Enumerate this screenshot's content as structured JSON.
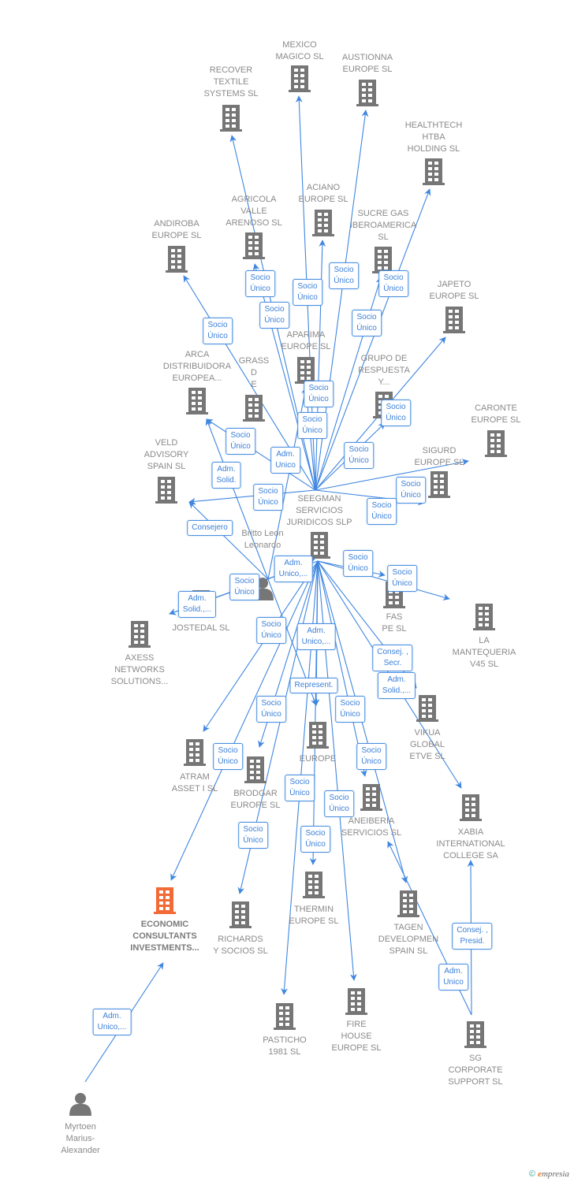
{
  "colors": {
    "edge": "#3f86e0",
    "node": "#767676",
    "highlight": "#f26a35",
    "role_text": "#3a7fd8"
  },
  "nodes": [
    {
      "id": "mexico",
      "kind": "company",
      "lines": [
        "MEXICO",
        "MAGICO  SL"
      ]
    },
    {
      "id": "recover",
      "kind": "company",
      "lines": [
        "RECOVER",
        "TEXTILE",
        "SYSTEMS  SL"
      ]
    },
    {
      "id": "austionna",
      "kind": "company",
      "lines": [
        "AUSTIONNA",
        "EUROPE  SL"
      ]
    },
    {
      "id": "healthtech",
      "kind": "company",
      "lines": [
        "HEALTHTECH",
        "HTBA",
        "HOLDING  SL"
      ]
    },
    {
      "id": "agricola",
      "kind": "company",
      "lines": [
        "AGRICOLA",
        "VALLE",
        "ARENOSO  SL"
      ]
    },
    {
      "id": "aciano",
      "kind": "company",
      "lines": [
        "ACIANO",
        "EUROPE  SL"
      ]
    },
    {
      "id": "sucre",
      "kind": "company",
      "lines": [
        "SUCRE GAS",
        "IBEROAMERICA",
        "SL"
      ]
    },
    {
      "id": "andiroba",
      "kind": "company",
      "lines": [
        "ANDIROBA",
        "EUROPE  SL"
      ]
    },
    {
      "id": "japeto",
      "kind": "company",
      "lines": [
        "JAPETO",
        "EUROPE  SL"
      ]
    },
    {
      "id": "aparima",
      "kind": "company",
      "lines": [
        "APARIMA",
        "EUROPE  SL"
      ]
    },
    {
      "id": "arca",
      "kind": "company",
      "lines": [
        "ARCA",
        "DISTRIBUIDORA",
        "EUROPEA..."
      ]
    },
    {
      "id": "grass",
      "kind": "company",
      "lines": [
        "GRASS",
        "D",
        "E"
      ]
    },
    {
      "id": "grupo",
      "kind": "company",
      "lines": [
        "GRUPO DE",
        "RESPUESTA",
        "Y..."
      ]
    },
    {
      "id": "caronte",
      "kind": "company",
      "lines": [
        "CARONTE",
        "EUROPE  SL"
      ]
    },
    {
      "id": "sigurd",
      "kind": "company",
      "lines": [
        "SIGURD",
        "EUROPE  SL"
      ]
    },
    {
      "id": "veld",
      "kind": "company",
      "lines": [
        "VELD",
        "ADVISORY",
        "SPAIN  SL"
      ]
    },
    {
      "id": "seegman",
      "kind": "company",
      "lines": [
        "SEEGMAN",
        "SERVICIOS",
        "JURIDICOS  SLP"
      ]
    },
    {
      "id": "britto",
      "kind": "person",
      "lines": [
        "Britto Leon",
        "Leonardo"
      ]
    },
    {
      "id": "jostedal",
      "kind": "company",
      "lines": [
        "JOSTEDAL  SL"
      ]
    },
    {
      "id": "axess",
      "kind": "company",
      "lines": [
        "AXESS",
        "NETWORKS",
        "SOLUTIONS..."
      ]
    },
    {
      "id": "fas",
      "kind": "company",
      "lines": [
        "FAS",
        "PE  SL"
      ]
    },
    {
      "id": "mantequeria",
      "kind": "company",
      "lines": [
        "LA",
        "MANTEQUERIA",
        "V45  SL"
      ]
    },
    {
      "id": "vikua",
      "kind": "company",
      "lines": [
        "VIKUA",
        "GLOBAL",
        "ETVE  SL"
      ]
    },
    {
      "id": "atram",
      "kind": "company",
      "lines": [
        "ATRAM",
        "ASSET I  SL"
      ]
    },
    {
      "id": "brodgar",
      "kind": "company",
      "lines": [
        "BRODGAR",
        "EUROPE  SL"
      ]
    },
    {
      "id": "europe",
      "kind": "company",
      "lines": [
        "EUROPE"
      ]
    },
    {
      "id": "aneiberia",
      "kind": "company",
      "lines": [
        "ANEIBERIA",
        "SERVICIOS  SL"
      ]
    },
    {
      "id": "xabia",
      "kind": "company",
      "lines": [
        "XABIA",
        "INTERNATIONAL",
        "COLLEGE SA"
      ]
    },
    {
      "id": "thermin",
      "kind": "company",
      "lines": [
        "THERMIN",
        "EUROPE  SL"
      ]
    },
    {
      "id": "economic",
      "kind": "company",
      "highlight": true,
      "lines": [
        "ECONOMIC",
        "CONSULTANTS",
        "INVESTMENTS..."
      ]
    },
    {
      "id": "richards",
      "kind": "company",
      "lines": [
        "RICHARDS",
        "Y SOCIOS  SL"
      ]
    },
    {
      "id": "tagen",
      "kind": "company",
      "lines": [
        "TAGEN",
        "DEVELOPMEN",
        "SPAIN  SL"
      ]
    },
    {
      "id": "firehouse",
      "kind": "company",
      "lines": [
        "FIRE",
        "HOUSE",
        "EUROPE  SL"
      ]
    },
    {
      "id": "pasticho",
      "kind": "company",
      "lines": [
        "PASTICHO",
        "1981  SL"
      ]
    },
    {
      "id": "sg",
      "kind": "company",
      "lines": [
        "SG",
        "CORPORATE",
        "SUPPORT  SL"
      ]
    },
    {
      "id": "myrtoen",
      "kind": "person",
      "lines": [
        "Myrtoen",
        "Marius-",
        "Alexander"
      ]
    }
  ],
  "edges": [
    {
      "from": "seegman",
      "to": "recover",
      "role": [
        "Socio",
        "Único"
      ]
    },
    {
      "from": "seegman",
      "to": "mexico",
      "role": [
        "Socio",
        "Único"
      ]
    },
    {
      "from": "seegman",
      "to": "austionna",
      "role": [
        "Socio",
        "Único"
      ]
    },
    {
      "from": "seegman",
      "to": "healthtech",
      "role": [
        "Socio",
        "Único"
      ]
    },
    {
      "from": "seegman",
      "to": "aciano",
      "role": [
        "Socio",
        "Único"
      ]
    },
    {
      "from": "seegman",
      "to": "agricola",
      "role": [
        "Socio",
        "Único"
      ]
    },
    {
      "from": "seegman",
      "to": "sucre",
      "role": [
        "Socio",
        "Único"
      ]
    },
    {
      "from": "seegman",
      "to": "andiroba",
      "role": [
        "Socio",
        "Único"
      ]
    },
    {
      "from": "seegman",
      "to": "japeto",
      "role": [
        "Socio",
        "Único"
      ]
    },
    {
      "from": "seegman",
      "to": "aparima",
      "role": [
        "Socio",
        "Único"
      ]
    },
    {
      "from": "seegman",
      "to": "arca",
      "role": [
        "Socio",
        "Único"
      ]
    },
    {
      "from": "britto",
      "to": "aparima",
      "role": [
        "Adm.",
        "Unico"
      ]
    },
    {
      "from": "seegman",
      "to": "grupo",
      "role": [
        "Socio",
        "Único"
      ]
    },
    {
      "from": "seegman",
      "to": "caronte",
      "role": [
        "Socio",
        "Único"
      ]
    },
    {
      "from": "seegman",
      "to": "sigurd",
      "role": [
        "Socio",
        "Único"
      ]
    },
    {
      "from": "britto",
      "to": "arca",
      "role": [
        "Adm.",
        "Solid."
      ]
    },
    {
      "from": "seegman",
      "to": "veld",
      "role": [
        "Socio",
        "Único"
      ]
    },
    {
      "from": "britto",
      "to": "veld",
      "role": [
        "Consejero"
      ]
    },
    {
      "from": "britto",
      "to": "jostedal",
      "role": [
        "Adm.",
        "Solid.,..."
      ]
    },
    {
      "from": "britto",
      "to": "seegman",
      "role": [
        "Adm.",
        "Unico,..."
      ]
    },
    {
      "from": "seegman",
      "to": "jostedal",
      "role": [
        "Socio",
        "Único"
      ]
    },
    {
      "from": "seegman",
      "to": "fas",
      "role": [
        "Socio",
        "Único"
      ]
    },
    {
      "from": "seegman",
      "to": "mantequeria",
      "role": [
        "Socio",
        "Único"
      ]
    },
    {
      "from": "seegman",
      "to": "xabia",
      "role": [
        "Adm.",
        "Solid.,..."
      ]
    },
    {
      "from": "seegman",
      "to": "europe",
      "role": [
        "Adm.",
        "Unico,..."
      ]
    },
    {
      "from": "seegman",
      "to": "atram",
      "role": [
        "Socio",
        "Único"
      ]
    },
    {
      "from": "seegman",
      "to": "brodgar",
      "role": [
        "Socio",
        "Único"
      ]
    },
    {
      "from": "seegman",
      "to": "aneiberia",
      "role": [
        "Socio",
        "Único"
      ]
    },
    {
      "from": "seegman",
      "to": "vikua",
      "role": [
        "Consej. ,",
        "Secr."
      ]
    },
    {
      "from": "britto",
      "to": "europe",
      "role": [
        "Represent."
      ]
    },
    {
      "from": "seegman",
      "to": "thermin",
      "role": [
        "Socio",
        "Único"
      ]
    },
    {
      "from": "seegman",
      "to": "economic",
      "role": [
        "Socio",
        "Único"
      ]
    },
    {
      "from": "seegman",
      "to": "richards",
      "role": [
        "Socio",
        "Único"
      ]
    },
    {
      "from": "seegman",
      "to": "tagen",
      "role": [
        "Socio",
        "Único"
      ]
    },
    {
      "from": "seegman",
      "to": "pasticho",
      "role": [
        "Socio",
        "Único"
      ]
    },
    {
      "from": "seegman",
      "to": "firehouse",
      "role": [
        "Socio",
        "Único"
      ]
    },
    {
      "from": "sg",
      "to": "aneiberia",
      "role": [
        "Adm.",
        "Unico"
      ]
    },
    {
      "from": "sg",
      "to": "xabia",
      "role": [
        "Consej. ,",
        "Presid."
      ]
    },
    {
      "from": "myrtoen",
      "to": "economic",
      "role": [
        "Adm.",
        "Unico,..."
      ]
    }
  ],
  "footer": {
    "copyright": "©",
    "brand_first": "e",
    "brand_rest": "mpresia"
  }
}
